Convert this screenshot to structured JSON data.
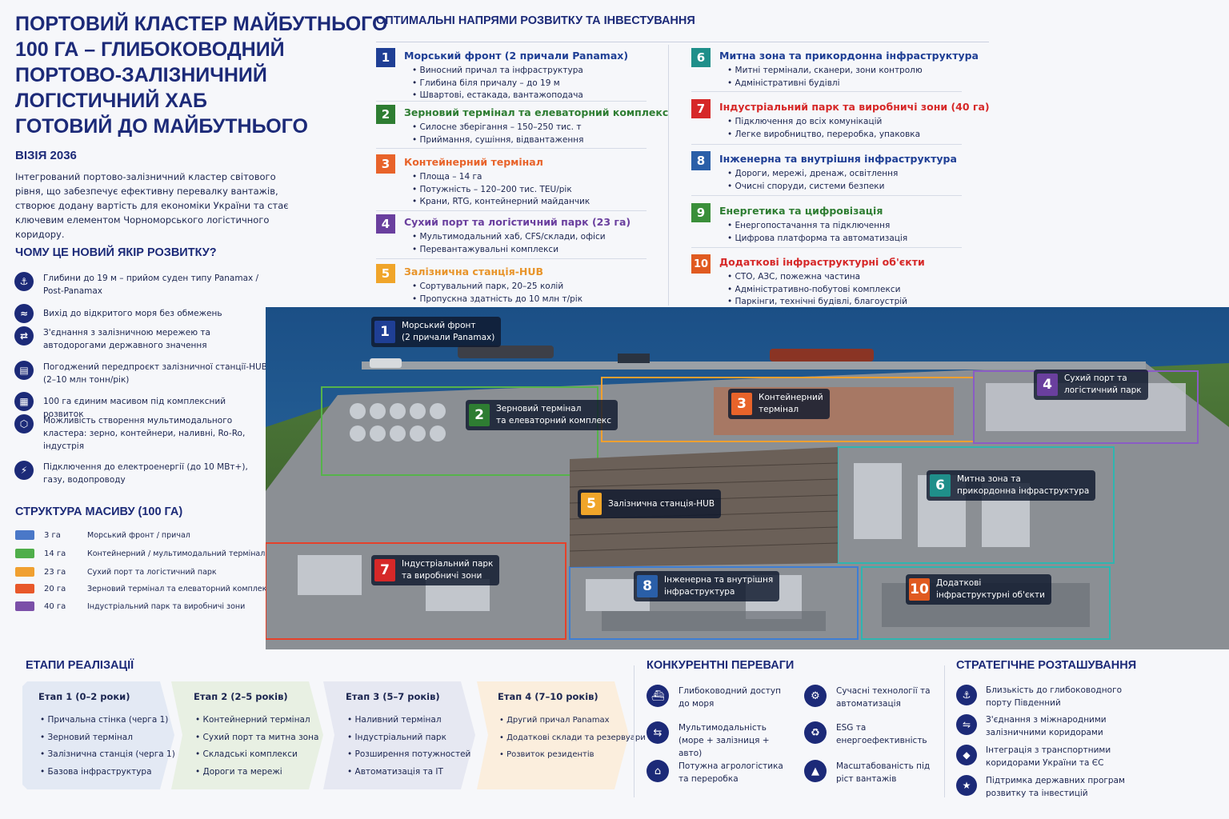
{
  "title_lines": [
    "ПОРТОВИЙ КЛАСТЕР МАЙБУТНЬОГО",
    "100 ГА – ГЛИБОКОВОДНИЙ",
    "ПОРТОВО-ЗАЛІЗНИЧНИЙ",
    "ЛОГІСТИЧНИЙ ХАБ",
    "ГОТОВИЙ ДО МАЙБУТНЬОГО"
  ],
  "vision_title": "ВІЗІЯ 2036",
  "vision_text": "Інтегрований портово-залізничний кластер світового рівня, що забезпечує ефективну перевалку вантажів, створює додану вартість для економіки України та стає ключевим елементом Чорноморського логістичного коридору.",
  "why_title": "ЧОМУ ЦЕ НОВИЙ ЯКІР РОЗВИТКУ?",
  "why_items": [
    {
      "icon": "anchor-icon",
      "glyph": "⚓",
      "text": "Глибини до 19 м – прийом суден типу Panamax / Post-Panamax"
    },
    {
      "icon": "sea-access-icon",
      "glyph": "≈",
      "text": "Вихід до відкритого моря без обмежень"
    },
    {
      "icon": "rail-road-icon",
      "glyph": "⇄",
      "text": "З'єднання з залізничною мережею та автодорогами державного значення"
    },
    {
      "icon": "document-icon",
      "glyph": "▤",
      "text": "Погоджений передпроєкт залізничної станції-HUB (2–10 млн тонн/рік)"
    },
    {
      "icon": "land-plot-icon",
      "glyph": "▦",
      "text": "100 га єдиним масивом під комплексний розвиток"
    },
    {
      "icon": "multimodal-icon",
      "glyph": "⬡",
      "text": "Можливість створення мультимодального кластера: зерно, контейнери, наливні, Ro-Ro, індустрія"
    },
    {
      "icon": "utilities-icon",
      "glyph": "⚡",
      "text": "Підключення до електроенергії (до 10 МВт+), газу, водопроводу"
    }
  ],
  "structure_title": "СТРУКТУРА МАСИВУ (100 ГА)",
  "structure": [
    {
      "value": "3 га",
      "label": "Морський фронт / причал",
      "color": "#4a78c8"
    },
    {
      "value": "14 га",
      "label": "Контейнерний / мультимодальний термінал",
      "color": "#4fae4a"
    },
    {
      "value": "23 га",
      "label": "Сухий порт та логістичний парк",
      "color": "#f0a030"
    },
    {
      "value": "20 га",
      "label": "Зерновий термінал та елеваторний комплекс",
      "color": "#e8582a"
    },
    {
      "value": "40 га",
      "label": "Індустріальний парк та виробничі зони",
      "color": "#7b4fa8"
    }
  ],
  "directions_title": "ОПТИМАЛЬНІ НАПРЯМИ РОЗВИТКУ ТА ІНВЕСТУВАННЯ",
  "directions": [
    {
      "num": "1",
      "color": "#1f3f95",
      "title": "Морський фронт (2 причали Panamax)",
      "items": [
        "Виносний причал та інфраструктура",
        "Глибина біля причалу – до 19 м",
        "Швартові, естакада, вантажоподача"
      ]
    },
    {
      "num": "2",
      "color": "#2e7d32",
      "title": "Зерновий термінал та елеваторний комплекс",
      "items": [
        "Силосне зберігання – 150–250 тис. т",
        "Приймання, сушіння, відвантаження"
      ]
    },
    {
      "num": "3",
      "color": "#e8632a",
      "title": "Контейнерний термінал",
      "items": [
        "Площа – 14 га",
        "Потужність – 120–200 тис. TEU/рік",
        "Крани, RTG, контейнерний майданчик"
      ]
    },
    {
      "num": "4",
      "color": "#6a3f9e",
      "title": "Сухий порт та логістичний парк (23 га)",
      "items": [
        "Мультимодальний хаб, CFS/склади, офіси",
        "Перевантажувальні комплекси"
      ]
    },
    {
      "num": "5",
      "color": "#f0a52a",
      "title": "Залізнична станція-HUB",
      "items": [
        "Сортувальний парк, 20–25 колій",
        "Пропускна здатність до 10 млн т/рік"
      ]
    },
    {
      "num": "6",
      "color": "#1f8f8a",
      "title": "Митна зона та прикордонна інфраструктура",
      "items": [
        "Митні термінали, сканери, зони контролю",
        "Адміністративні будівлі"
      ]
    },
    {
      "num": "7",
      "color": "#d62828",
      "title": "Індустріальний парк та виробничі зони (40 га)",
      "items": [
        "Підключення до всіх комунікацій",
        "Легке виробництво, переробка, упаковка"
      ]
    },
    {
      "num": "8",
      "color": "#2a5fa8",
      "title": "Інженерна та внутрішня інфраструктура",
      "items": [
        "Дороги, мережі, дренаж, освітлення",
        "Очисні споруди, системи безпеки"
      ]
    },
    {
      "num": "9",
      "color": "#3a8f3a",
      "title": "Енергетика та цифровізація",
      "items": [
        "Енергопостачання та підключення",
        "Цифрова платформа та автоматизація"
      ]
    },
    {
      "num": "10",
      "color": "#e05a20",
      "title": "Додаткові інфраструктурні об'єкти",
      "items": [
        "СТО, АЗС, пожежна частина",
        "Адміністративно-побутові комплекси",
        "Паркінги, технічні будівлі, благоустрій"
      ]
    }
  ],
  "map_labels": [
    {
      "num": "1",
      "color": "#1f3f95",
      "lines": [
        "Морський фронт",
        "(2 причали Panamax)"
      ]
    },
    {
      "num": "2",
      "color": "#2e7d32",
      "lines": [
        "Зерновий термінал",
        "та елеваторний комплекс"
      ]
    },
    {
      "num": "3",
      "color": "#e8632a",
      "lines": [
        "Контейнерний",
        "термінал"
      ]
    },
    {
      "num": "4",
      "color": "#6a3f9e",
      "lines": [
        "Сухий порт та",
        "логістичний парк"
      ]
    },
    {
      "num": "5",
      "color": "#f0a52a",
      "lines": [
        "Залізнична станція-HUB"
      ]
    },
    {
      "num": "6",
      "color": "#1f8f8a",
      "lines": [
        "Митна зона та",
        "прикордонна інфраструктура"
      ]
    },
    {
      "num": "7",
      "color": "#d62828",
      "lines": [
        "Індустріальний парк",
        "та виробничі зони"
      ]
    },
    {
      "num": "8",
      "color": "#2a5fa8",
      "lines": [
        "Інженерна та внутрішня",
        "інфраструктура"
      ]
    },
    {
      "num": "10",
      "color": "#e05a20",
      "lines": [
        "Додаткові",
        "інфраструктурні об'єкти"
      ]
    }
  ],
  "stages_title": "ЕТАПИ РЕАЛІЗАЦІЇ",
  "stages": [
    {
      "title": "Етап 1 (0–2 роки)",
      "color": "#e3e9f4",
      "items": [
        "Причальна стінка (черга 1)",
        "Зерновий термінал",
        "Залізнична станція (черга 1)",
        "Базова інфраструктура"
      ]
    },
    {
      "title": "Етап 2 (2–5 років)",
      "color": "#e8f0e3",
      "items": [
        "Контейнерний термінал",
        "Сухий порт та митна зона",
        "Складські комплекси",
        "Дороги та мережі"
      ]
    },
    {
      "title": "Етап 3 (5–7 років)",
      "color": "#e6e8f2",
      "items": [
        "Наливний термінал",
        "Індустріальний парк",
        "Розширення потужностей",
        "Автоматизація та IT"
      ]
    },
    {
      "title": "Етап 4 (7–10 років)",
      "color": "#fbeedd",
      "items": [
        "Другий причал Panamax",
        "Додаткові склади та резервуари",
        "Розвиток резидентів"
      ]
    }
  ],
  "advantages_title": "КОНКУРЕНТНІ ПЕРЕВАГИ",
  "advantages": [
    {
      "icon": "ship-icon",
      "glyph": "⛴",
      "text": "Глибоководний доступ до моря"
    },
    {
      "icon": "tech-icon",
      "glyph": "⚙",
      "text": "Сучасні технології та автоматизація"
    },
    {
      "icon": "multimodal-icon",
      "glyph": "⇆",
      "text": "Мультимодальність (море + залізниця + авто)"
    },
    {
      "icon": "esg-icon",
      "glyph": "♻",
      "text": "ESG та енергоефективність"
    },
    {
      "icon": "agro-icon",
      "glyph": "⌂",
      "text": "Потужна агрологістика та переробка"
    },
    {
      "icon": "scale-icon",
      "glyph": "▲",
      "text": "Масштабованість під ріст вантажів"
    }
  ],
  "strategy_title": "СТРАТЕГІЧНЕ РОЗТАШУВАННЯ",
  "strategy": [
    {
      "icon": "port-icon",
      "glyph": "⚓",
      "text": "Близькість до глибоководного порту Південний"
    },
    {
      "icon": "rail-icon",
      "glyph": "⇋",
      "text": "З'єднання з міжнародними залізничними коридорами"
    },
    {
      "icon": "shield-icon",
      "glyph": "◆",
      "text": "Інтеграція з транспортними коридорами України та ЄС"
    },
    {
      "icon": "support-icon",
      "glyph": "★",
      "text": "Підтримка державних програм розвитку та інвестицій"
    }
  ]
}
